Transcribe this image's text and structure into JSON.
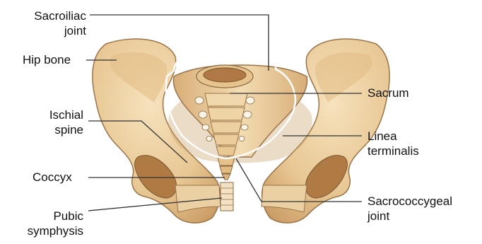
{
  "labels": {
    "sacroiliac_joint": [
      "Sacroiliac",
      "joint"
    ],
    "hip_bone": "Hip bone",
    "ischial_spine": [
      "Ischial",
      "spine"
    ],
    "coccyx": "Coccyx",
    "pubic_symphysis": [
      "Pubic",
      "symphysis"
    ],
    "sacrum": "Sacrum",
    "linea_terminalis": [
      "Linea",
      "terminalis"
    ],
    "sacrococcygeal_joint": [
      "Sacrococcygeal",
      "joint"
    ]
  },
  "colors": {
    "bone_fill": "#efd3a6",
    "bone_shadow": "#c89963",
    "bone_edge": "#8a6a45",
    "inner_shade": "#d9b07a",
    "leader_line": "#333333",
    "linea_terminalis_line": "#ffffff"
  }
}
